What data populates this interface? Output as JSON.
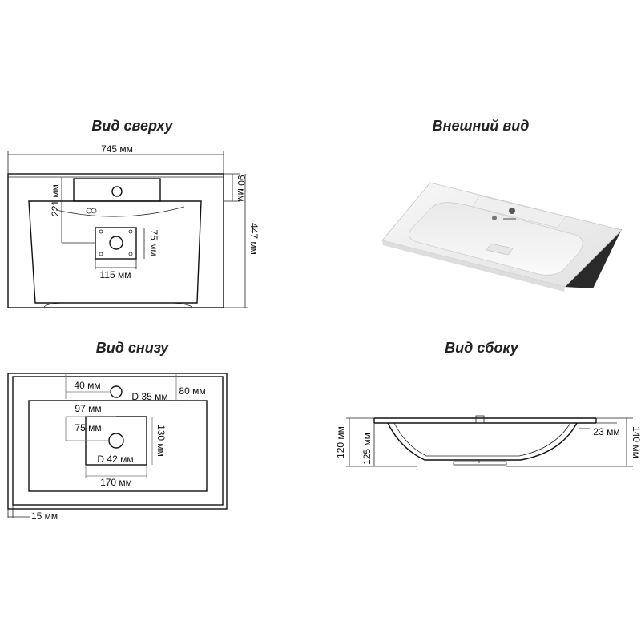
{
  "views": {
    "top": {
      "title": "Вид сверху"
    },
    "exterior": {
      "title": "Внешний вид"
    },
    "bottom": {
      "title": "Вид снизу"
    },
    "side": {
      "title": "Вид сбоку"
    }
  },
  "dimensions": {
    "top": {
      "width": "745 мм",
      "depth": "447 мм",
      "back_ledge": "90 мм",
      "tap_hole_offset": "221 мм",
      "drain_plate_height": "75 мм",
      "drain_plate_width": "115 мм"
    },
    "bottom": {
      "overflow_offset": "40 мм",
      "overflow_diameter": "D 35 мм",
      "back_offset": "80 мм",
      "inner_offset": "97 мм",
      "drain_offset": "75 мм",
      "drain_diameter": "D 42 мм",
      "plate_height": "130 мм",
      "plate_width": "170 мм",
      "rim": "15 мм"
    },
    "side": {
      "inner_height": "120 мм",
      "bowl_height": "125 мм",
      "edge": "23 мм",
      "total_height": "140 мм"
    }
  },
  "colors": {
    "line": "#111111",
    "title": "#222222",
    "ceramic": "#f2f2f2",
    "cabinet": "#2a2a2a"
  }
}
